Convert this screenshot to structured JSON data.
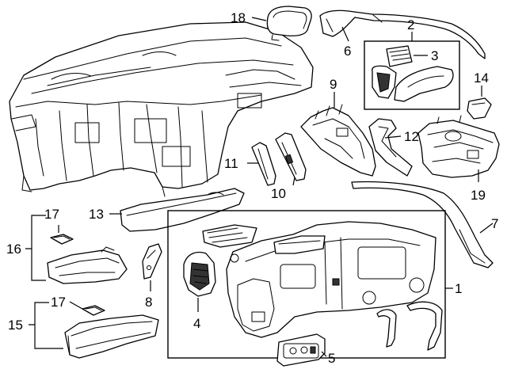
{
  "callouts": {
    "c1": "1",
    "c2": "2",
    "c3": "3",
    "c4": "4",
    "c5": "5",
    "c6": "6",
    "c7": "7",
    "c8": "8",
    "c9": "9",
    "c10": "10",
    "c11": "11",
    "c12": "12",
    "c13": "13",
    "c14": "14",
    "c15": "15",
    "c16": "16",
    "c17a": "17",
    "c17b": "17",
    "c18": "18",
    "c19": "19"
  },
  "colors": {
    "line": "#000000",
    "background": "#ffffff",
    "shade": "#333333"
  }
}
